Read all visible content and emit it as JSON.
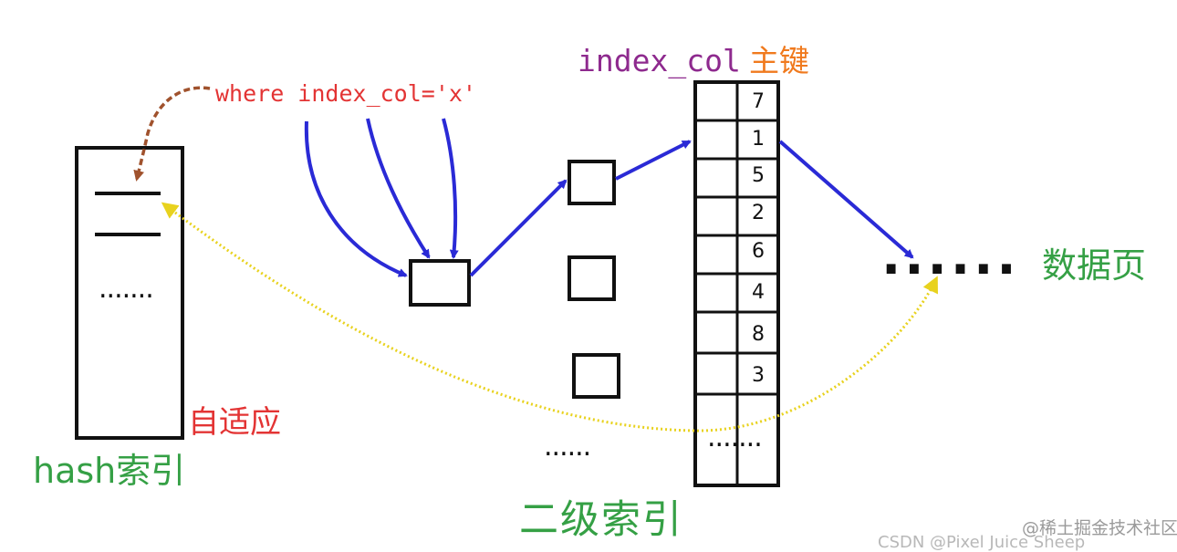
{
  "labels": {
    "where_clause": "where index_col='x'",
    "index_col_header": "index_col",
    "primary_key_header": "主键",
    "adaptive": "自适应",
    "hash_index": "hash索引",
    "secondary_index": "二级索引",
    "data_page": "数据页",
    "ellipsis_short": "......",
    "ellipsis_long": "......."
  },
  "primary_key_values": [
    "7",
    "1",
    "5",
    "2",
    "6",
    "4",
    "8",
    "3"
  ],
  "watermark": {
    "platform": "@稀土掘金技术社区",
    "author": "CSDN @Pixel Juice Sheep"
  },
  "colors": {
    "blue_arrow": "#2a2ad6",
    "yellow_dotted": "#e8d21e",
    "brown_dashed": "#a0522d",
    "red_text": "#e33434",
    "purple_text": "#8e2a8e",
    "orange_text": "#f07a1e",
    "green_text": "#35a045"
  }
}
